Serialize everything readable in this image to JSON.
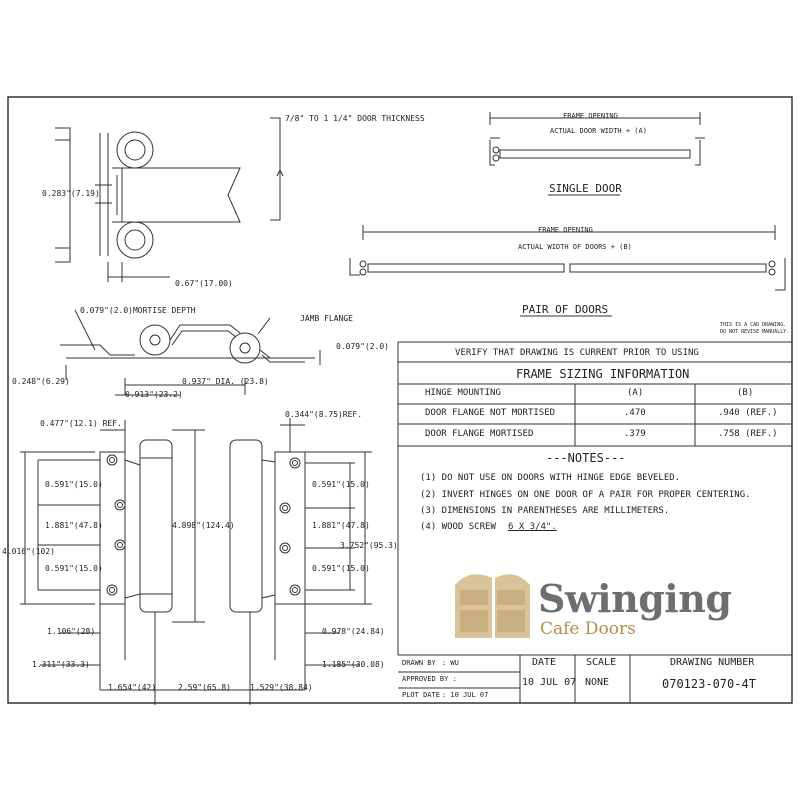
{
  "views": {
    "door_thickness": "7/8\" TO 1 1/4\" DOOR THICKNESS",
    "dim_0283": "0.283\"(7.19)",
    "dim_067": "0.67\"(17.00)",
    "mortise_depth": "0.079\"(2.0)MORTISE DEPTH",
    "jamb_flange": "JAMB FLANGE",
    "dim_0079_right": "0.079\"(2.0)",
    "dim_0248": "0.248\"(6.29)",
    "dim_0937": "0.937\" DIA. (23.8)",
    "dim_0913": "0.913\"(23.2)"
  },
  "layouts": {
    "frame_opening_1": "FRAME OPENING",
    "actual_door_width": "ACTUAL DOOR WIDTH + (A)",
    "single_door": "SINGLE DOOR",
    "frame_opening_2": "FRAME OPENING",
    "actual_width_doors": "ACTUAL WIDTH OF DOORS + (B)",
    "pair_of_doors": "PAIR OF DOORS",
    "cad_note_1": "THIS IS A CAD DRAWING.",
    "cad_note_2": "DO NOT REVISE MANUALLY."
  },
  "hinge_front": {
    "dim_0477": "0.477\"(12.1) REF.",
    "dim_0344": "0.344\"(8.75)REF.",
    "dim_0591_l1": "0.591\"(15.0)",
    "dim_1881_l": "1.881\"(47.8)",
    "dim_4016": "4.016\"(102)",
    "dim_0591_l2": "0.591\"(15.0)",
    "dim_4898": "4.898\"(124.4)",
    "dim_0591_r1": "0.591\"(15.0)",
    "dim_1881_r": "1.881\"(47.8)",
    "dim_3752": "3.752\"(95.3)",
    "dim_0591_r2": "0.591\"(15.0)",
    "dim_1106": "1.106\"(28)",
    "dim_0978": "0.978\"(24.84)",
    "dim_1311": "1.311\"(33.3)",
    "dim_1185": "1.185\"(30.08)",
    "dim_1654": "1.654\"(42)",
    "dim_259": "2.59\"(65.8)",
    "dim_1529": "1.529\"(38.84)"
  },
  "table": {
    "verify": "VERIFY THAT DRAWING IS CURRENT PRIOR TO USING",
    "title": "FRAME SIZING INFORMATION",
    "headers": [
      "HINGE MOUNTING",
      "(A)",
      "(B)"
    ],
    "rows": [
      [
        "DOOR FLANGE NOT MORTISED",
        ".470",
        ".940 (REF.)"
      ],
      [
        "DOOR FLANGE MORTISED",
        ".379",
        ".758 (REF.)"
      ]
    ]
  },
  "notes": {
    "title": "---NOTES---",
    "items": [
      "(1) DO NOT USE ON DOORS WITH HINGE EDGE BEVELED.",
      "(2) INVERT HINGES ON ONE DOOR OF A PAIR FOR PROPER CENTERING.",
      "(3) DIMENSIONS IN PARENTHESES ARE MILLIMETERS.",
      "(4) WOOD SCREW"
    ],
    "screw_size": "6 X 3/4\"."
  },
  "logo": {
    "word": "Swinging",
    "sub": "Cafe Doors",
    "colors": {
      "door": "#d9c39a",
      "door_dark": "#b89a68",
      "word": "#6e6e6e",
      "sub": "#b68a4e"
    }
  },
  "title_block": {
    "drawn_by_label": "DRAWN BY",
    "drawn_by": ": WU",
    "approved_by_label": "APPROVED BY :",
    "plot_date_label": "PLOT DATE",
    "plot_date": ": 10 JUL 07",
    "date_label": "DATE",
    "date": "10 JUL 07",
    "scale_label": "SCALE",
    "scale": "NONE",
    "drawing_number_label": "DRAWING NUMBER",
    "drawing_number": "070123-070-4T"
  }
}
